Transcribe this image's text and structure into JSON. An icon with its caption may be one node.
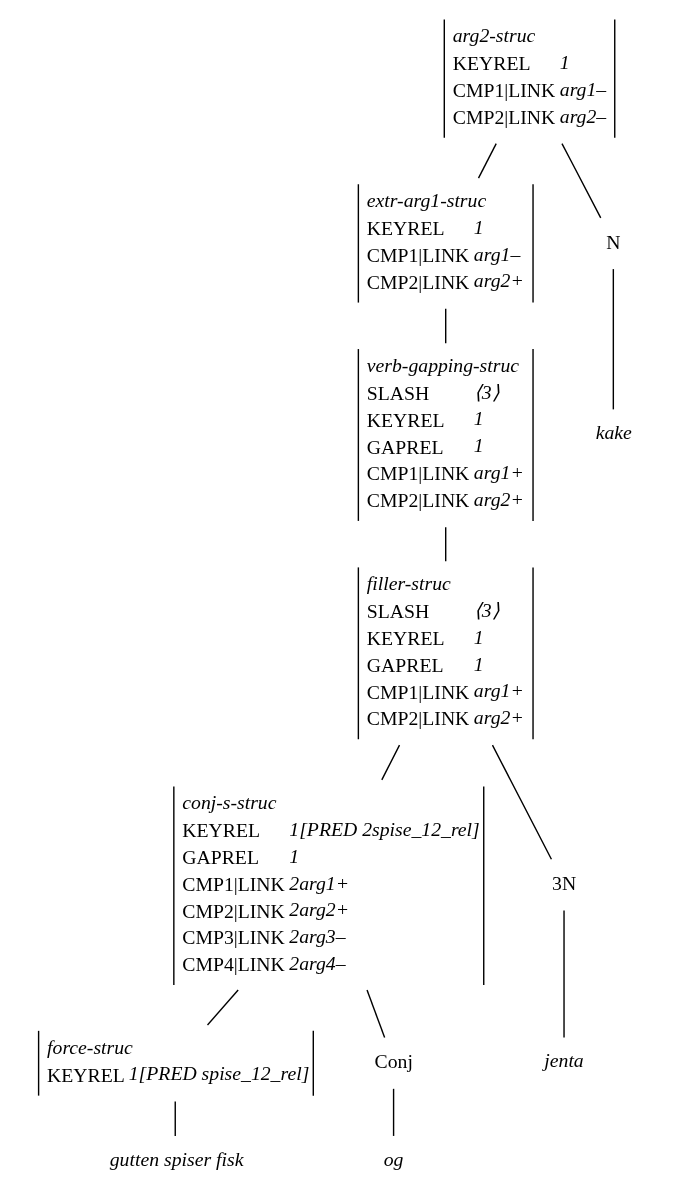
{
  "diagram": {
    "nodes": [
      {
        "text": [
          "arg2-struc",
          "KEYREL 1",
          "CMP1|LINK arg1–",
          "CMP2|LINK arg2–"
        ]
      },
      {
        "text": [
          "extr-arg1-struc",
          "KEYREL 1",
          "CMP1|LINK arg1–",
          "CMP2|LINK arg2+"
        ]
      },
      {
        "text": [
          "N"
        ]
      },
      {
        "text": [
          "kake"
        ]
      },
      {
        "text": [
          "verb-gapping-struc",
          "SLASH ⟨3⟩",
          "KEYREL 1",
          "GAPREL 1",
          "CMP1|LINK arg1+",
          "CMP2|LINK arg2+"
        ]
      },
      {
        "text": [
          "filler-struc",
          "SLASH ⟨3⟩",
          "KEYREL 1",
          "GAPREL 1",
          "CMP1|LINK arg1+",
          "CMP2|LINK arg2+"
        ]
      },
      {
        "text": [
          "conj-s-struc",
          "KEYREL 1[PRED 2spise_12_rel]",
          "GAPREL 1",
          "CMP1|LINK 2arg1+",
          "CMP2|LINK 2arg2+",
          "CMP3|LINK 2arg3–",
          "CMP4|LINK 2arg4–"
        ]
      },
      {
        "text": [
          "3N"
        ]
      },
      {
        "text": [
          "jenta"
        ]
      },
      {
        "text": [
          "force-struc",
          "KEYREL 1[PRED spise_12_rel]"
        ]
      },
      {
        "text": [
          "Conj"
        ]
      },
      {
        "text": [
          "og"
        ]
      },
      {
        "text": [
          "gutten spiser fisk"
        ]
      }
    ],
    "edges": [
      {
        "from": 0,
        "to": 1,
        "arrow": "none"
      },
      {
        "from": 0,
        "to": 2,
        "arrow": "none"
      },
      {
        "from": 2,
        "to": 3,
        "arrow": "none"
      },
      {
        "from": 1,
        "to": 4,
        "arrow": "none"
      },
      {
        "from": 4,
        "to": 5,
        "arrow": "none"
      },
      {
        "from": 5,
        "to": 6,
        "arrow": "none"
      },
      {
        "from": 5,
        "to": 7,
        "arrow": "none"
      },
      {
        "from": 7,
        "to": 8,
        "arrow": "none"
      },
      {
        "from": 6,
        "to": 9,
        "arrow": "none"
      },
      {
        "from": 6,
        "to": 10,
        "arrow": "none"
      },
      {
        "from": 10,
        "to": 11,
        "arrow": "none"
      },
      {
        "from": 9,
        "to": 12,
        "arrow": "none"
      }
    ]
  }
}
